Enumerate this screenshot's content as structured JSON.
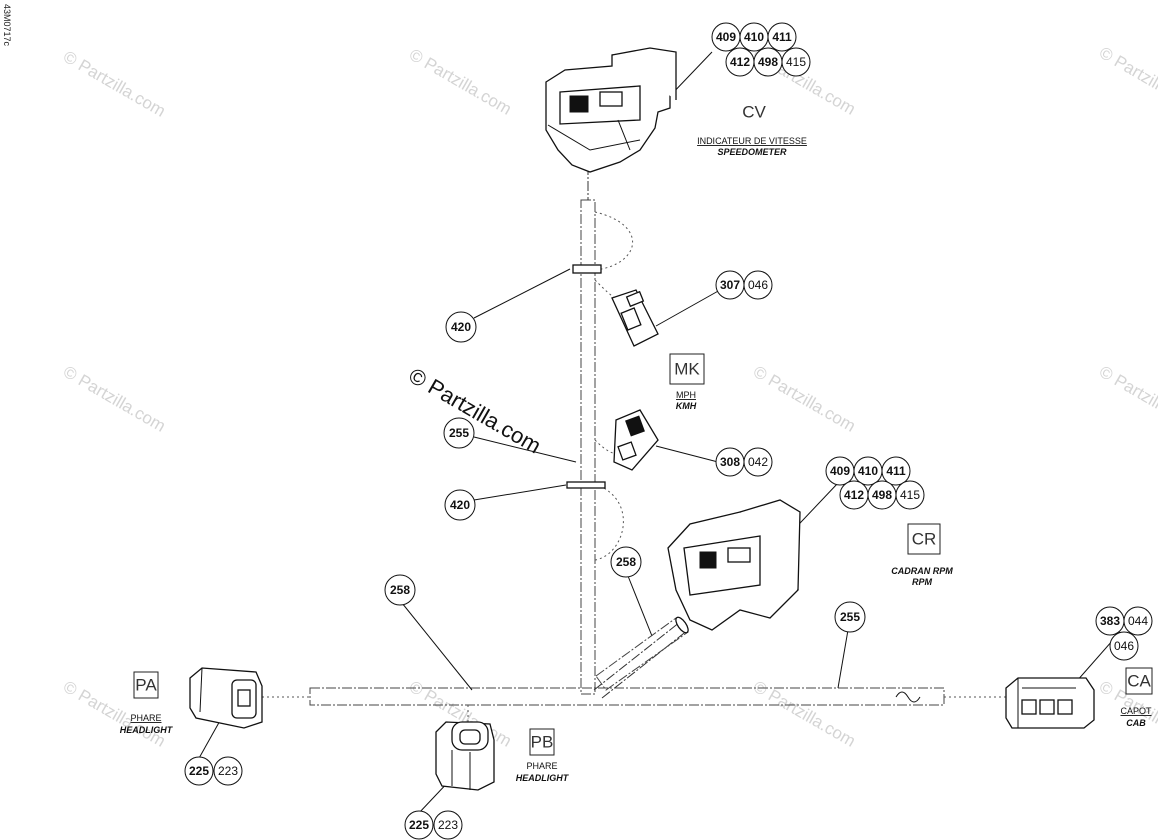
{
  "document_id": "43M0717c",
  "watermark": {
    "text": "© Partzilla.com",
    "large_text": "© Partzilla.com"
  },
  "connectors": {
    "cv": {
      "code": "CV",
      "label": "INDICATEUR DE VITESSE",
      "sublabel": "SPEEDOMETER",
      "callouts": [
        "409",
        "410",
        "411",
        "412",
        "498",
        "415"
      ]
    },
    "mk": {
      "code": "MK",
      "label": "MPH",
      "sublabel": "KMH"
    },
    "cr": {
      "code": "CR",
      "label": "CADRAN RPM",
      "sublabel": "RPM",
      "callouts": [
        "409",
        "410",
        "411",
        "412",
        "498",
        "415"
      ]
    },
    "pa": {
      "code": "PA",
      "label": "PHARE",
      "sublabel": "HEADLIGHT",
      "callouts": [
        "225",
        "223"
      ]
    },
    "pb": {
      "code": "PB",
      "label": "PHARE",
      "sublabel": "HEADLIGHT",
      "callouts": [
        "225",
        "223"
      ]
    },
    "ca": {
      "code": "CA",
      "label": "CAPOT",
      "sublabel": "CAB",
      "callouts": [
        "383",
        "044",
        "046"
      ]
    }
  },
  "plug_callouts": {
    "upper": [
      "307",
      "046"
    ],
    "lower": [
      "308",
      "042"
    ]
  },
  "harness_callouts": {
    "clip_upper": "420",
    "clip_lower": "420",
    "tape_vertical": "255",
    "tape_right": "255",
    "conduit_left": "258",
    "conduit_diag": "258"
  }
}
